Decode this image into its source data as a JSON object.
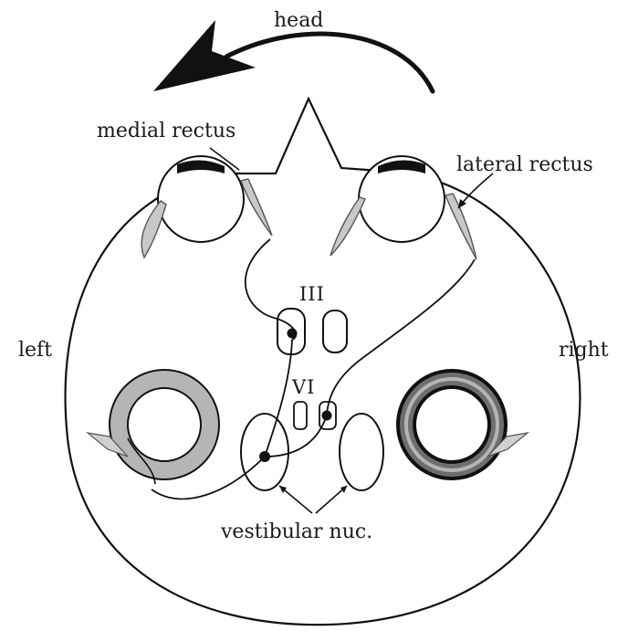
{
  "labels": {
    "head": "head",
    "medial_rectus": "medial rectus",
    "lateral_rectus": "lateral rectus",
    "left": "left",
    "right": "right",
    "nucleus_III": "III",
    "nucleus_VI": "VI",
    "vestibular_nuc": "vestibular nuc."
  },
  "colors": {
    "stroke": "#111111",
    "muscle_fill": "#c8c8c8",
    "canal_fill": "#b5b5b5",
    "canal_dark": "#6e6e6e",
    "background": "#ffffff"
  },
  "icons": {
    "rotation_arrow": "curved-arrow-left",
    "neuron_soma": "filled-dot"
  }
}
